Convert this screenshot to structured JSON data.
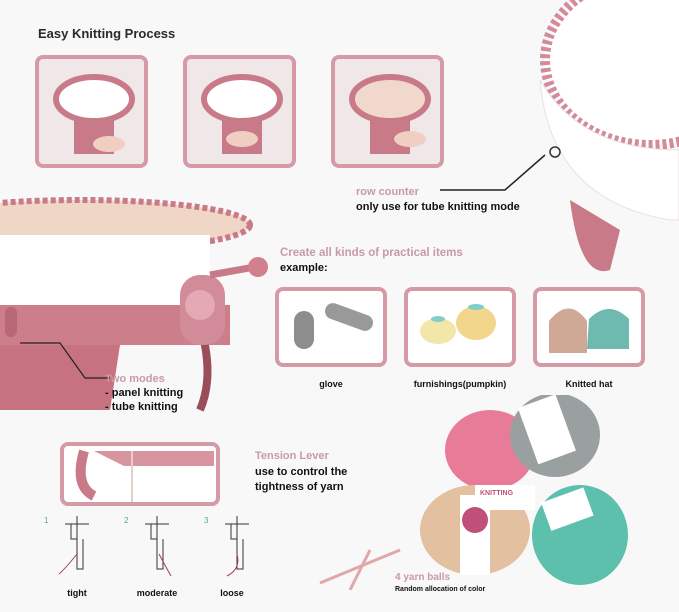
{
  "process": {
    "title": "Easy Knitting Process",
    "steps": 3
  },
  "row_counter": {
    "label": "row counter",
    "note": "only use for tube knitting mode"
  },
  "items": {
    "heading": "Create all kinds of practical items",
    "subheading": "example:",
    "list": [
      {
        "label": "glove"
      },
      {
        "label": "furnishings(pumpkin)"
      },
      {
        "label": "Knitted hat"
      }
    ]
  },
  "modes": {
    "heading": "Two modes",
    "options": [
      "- panel knitting",
      "- tube knitting"
    ]
  },
  "tension": {
    "heading": "Tension Lever",
    "line1": "use to control the",
    "line2": "tightness of yarn",
    "settings": [
      {
        "num": "1",
        "label": "tight"
      },
      {
        "num": "2",
        "label": "moderate"
      },
      {
        "num": "3",
        "label": "loose"
      }
    ]
  },
  "yarn": {
    "heading": "4 yarn balls",
    "note": "Random allocation of color",
    "band_text": "KNITTING"
  },
  "colors": {
    "accent": "#c87a88",
    "label_pink": "#c79aa5"
  }
}
